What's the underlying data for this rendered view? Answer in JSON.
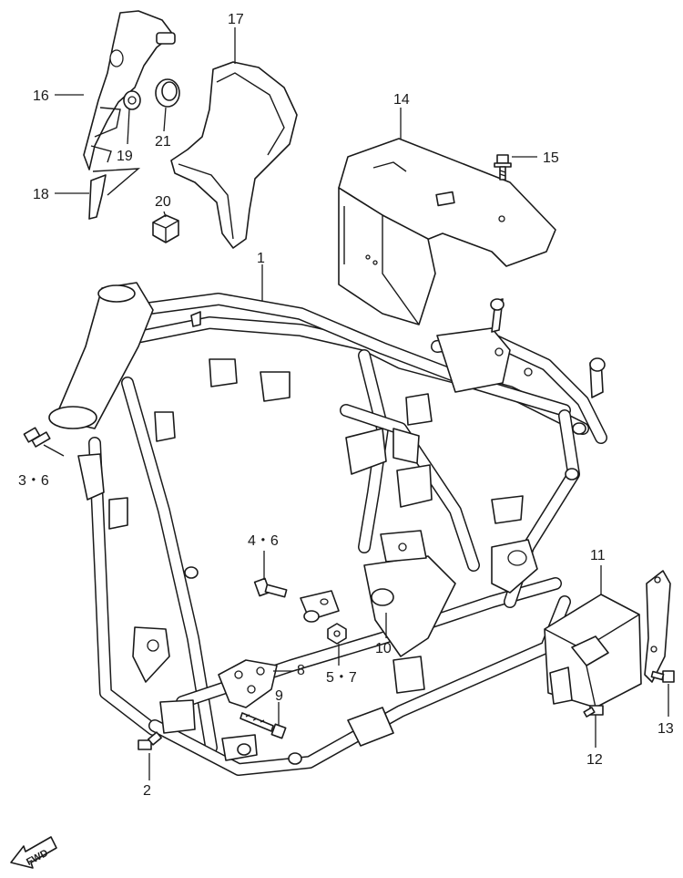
{
  "diagram": {
    "callouts": [
      {
        "key": "1",
        "text": "1"
      },
      {
        "key": "2",
        "text": "2"
      },
      {
        "key": "3_6",
        "text": "3・6"
      },
      {
        "key": "4_6",
        "text": "4・6"
      },
      {
        "key": "5_7",
        "text": "5・7"
      },
      {
        "key": "8",
        "text": "8"
      },
      {
        "key": "9",
        "text": "9"
      },
      {
        "key": "10",
        "text": "10"
      },
      {
        "key": "11",
        "text": "11"
      },
      {
        "key": "12",
        "text": "12"
      },
      {
        "key": "13",
        "text": "13"
      },
      {
        "key": "14",
        "text": "14"
      },
      {
        "key": "15",
        "text": "15"
      },
      {
        "key": "16",
        "text": "16"
      },
      {
        "key": "17",
        "text": "17"
      },
      {
        "key": "18",
        "text": "18"
      },
      {
        "key": "19",
        "text": "19"
      },
      {
        "key": "20",
        "text": "20"
      },
      {
        "key": "21",
        "text": "21"
      }
    ],
    "direction_badge": "FWD"
  }
}
